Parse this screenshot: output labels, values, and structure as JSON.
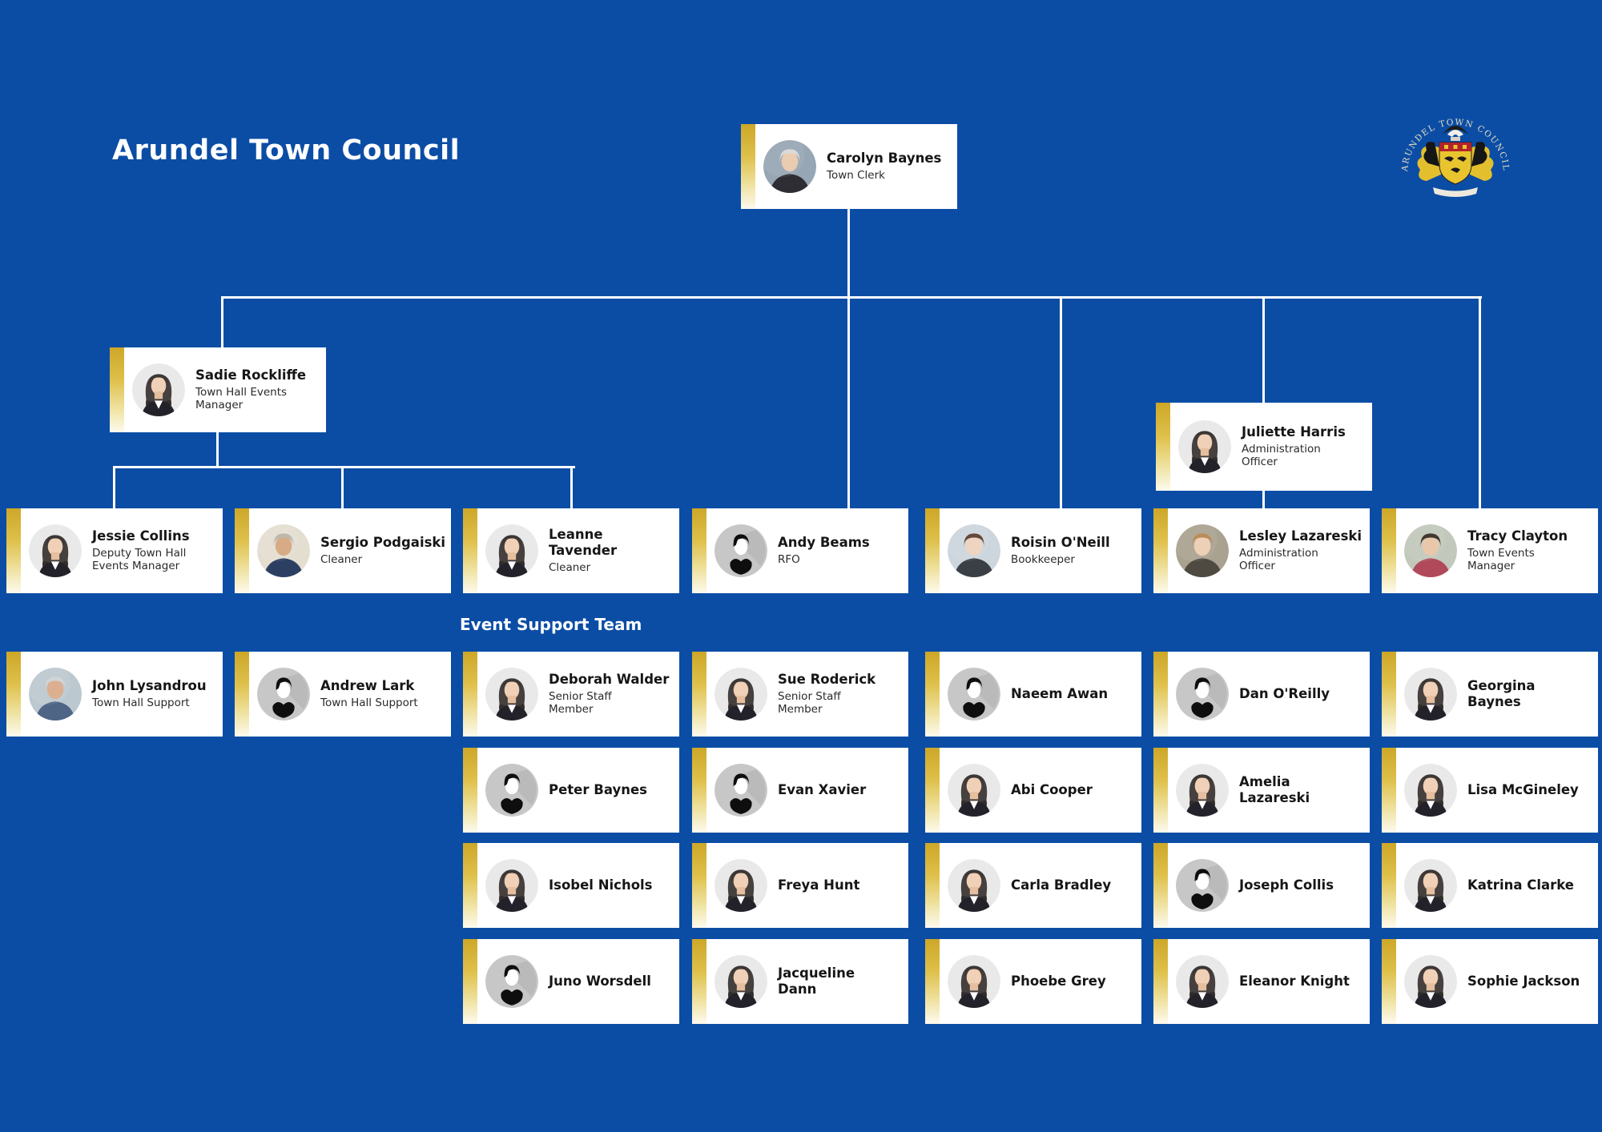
{
  "page": {
    "title": "Arundel Town Council",
    "section_label": "Event Support Team"
  },
  "logo": {
    "arc_text": "ARUNDEL TOWN COUNCIL"
  },
  "theme": {
    "background_blue": "#0b4da5",
    "card_bg": "#ffffff",
    "card_gold": "#cda728",
    "card_gold_fade": "#fdfaee",
    "connector_white": "#ffffff",
    "title_color": "#ffffff",
    "name_color": "#161616",
    "role_color": "#2a2a2a"
  },
  "people": [
    {
      "name": "Carolyn Baynes",
      "role": "Town Clerk",
      "avatar": "photo",
      "avatar_colors": {
        "pbg": "#97a6b4",
        "phair": "#d8d8d6",
        "pskin": "#e9c9ac",
        "ptop": "#2e2d33"
      }
    },
    {
      "name": "Sadie Rockliffe",
      "role": "Town Hall Events Manager",
      "avatar": "female"
    },
    {
      "name": "Jessie Collins",
      "role": "Deputy Town Hall Events Manager",
      "avatar": "female"
    },
    {
      "name": "Sergio Podgaiski",
      "role": "Cleaner",
      "avatar": "photo",
      "avatar_colors": {
        "pbg": "#e4ded0",
        "phair": "#b9b3a6",
        "pskin": "#d6a57e",
        "ptop": "#2c3f63"
      }
    },
    {
      "name": "Leanne Tavender",
      "role": "Cleaner",
      "avatar": "female"
    },
    {
      "name": "Andy Beams",
      "role": "RFO",
      "avatar": "male"
    },
    {
      "name": "Roisin O'Neill",
      "role": "Bookkeeper",
      "avatar": "photo",
      "avatar_colors": {
        "pbg": "#cdd6dd",
        "phair": "#5a3b2e",
        "pskin": "#ecd2bd",
        "ptop": "#3a3f46"
      }
    },
    {
      "name": "Juliette Harris",
      "role": "Administration Officer",
      "avatar": "female"
    },
    {
      "name": "Lesley Lazareski",
      "role": "Administration Officer",
      "avatar": "photo",
      "avatar_colors": {
        "pbg": "#a9a290",
        "phair": "#b5854f",
        "pskin": "#eccdb0",
        "ptop": "#4e4a42"
      }
    },
    {
      "name": "Tracy Clayton",
      "role": "Town Events Manager",
      "avatar": "photo",
      "avatar_colors": {
        "pbg": "#c2c8bb",
        "phair": "#33291f",
        "pskin": "#e8c3a4",
        "ptop": "#b04a5a"
      }
    },
    {
      "name": "John Lysandrou",
      "role": "Town Hall Support",
      "avatar": "photo",
      "avatar_colors": {
        "pbg": "#bcc8cf",
        "phair": "#cfd2d4",
        "pskin": "#d9a988",
        "ptop": "#4f6586"
      }
    },
    {
      "name": "Andrew Lark",
      "role": "Town Hall Support",
      "avatar": "male"
    },
    {
      "name": "Deborah Walder",
      "role": "Senior Staff Member",
      "avatar": "female"
    },
    {
      "name": "Sue Roderick",
      "role": "Senior Staff Member",
      "avatar": "female"
    },
    {
      "name": "Naeem Awan",
      "role": "",
      "avatar": "male"
    },
    {
      "name": "Dan O'Reilly",
      "role": "",
      "avatar": "male"
    },
    {
      "name": "Georgina Baynes",
      "role": "",
      "avatar": "female"
    },
    {
      "name": "Peter Baynes",
      "role": "",
      "avatar": "male"
    },
    {
      "name": "Evan Xavier",
      "role": "",
      "avatar": "male"
    },
    {
      "name": "Abi Cooper",
      "role": "",
      "avatar": "female"
    },
    {
      "name": "Amelia Lazareski",
      "role": "",
      "avatar": "female"
    },
    {
      "name": "Lisa McGineley",
      "role": "",
      "avatar": "female"
    },
    {
      "name": "Isobel Nichols",
      "role": "",
      "avatar": "female"
    },
    {
      "name": "Freya Hunt",
      "role": "",
      "avatar": "female"
    },
    {
      "name": "Carla Bradley",
      "role": "",
      "avatar": "female"
    },
    {
      "name": "Joseph Collis",
      "role": "",
      "avatar": "male"
    },
    {
      "name": "Katrina Clarke",
      "role": "",
      "avatar": "female"
    },
    {
      "name": "Juno Worsdell",
      "role": "",
      "avatar": "male"
    },
    {
      "name": "Jacqueline Dann",
      "role": "",
      "avatar": "female"
    },
    {
      "name": "Phoebe Grey",
      "role": "",
      "avatar": "female"
    },
    {
      "name": "Eleanor Knight",
      "role": "",
      "avatar": "female"
    },
    {
      "name": "Sophie Jackson",
      "role": "",
      "avatar": "female"
    }
  ]
}
